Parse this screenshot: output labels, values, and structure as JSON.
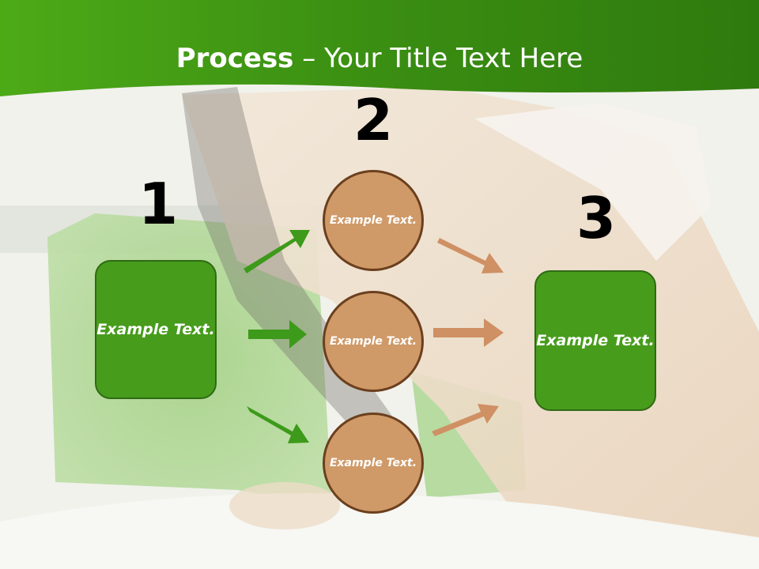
{
  "title": {
    "bold": "Process",
    "rest": " – Your Title Text Here"
  },
  "steps": [
    {
      "number": "1",
      "label": "Example Text."
    },
    {
      "number": "2"
    },
    {
      "number": "3",
      "label": "Example Text."
    }
  ],
  "circles": [
    {
      "label": "Example Text."
    },
    {
      "label": "Example Text."
    },
    {
      "label": "Example Text."
    }
  ],
  "colors": {
    "header_green": "#3f8f12",
    "box_green": "#479c1c",
    "circle_fill": "#cf9a68",
    "arrow_green": "#3d9a1a",
    "arrow_tan": "#cf9064"
  }
}
